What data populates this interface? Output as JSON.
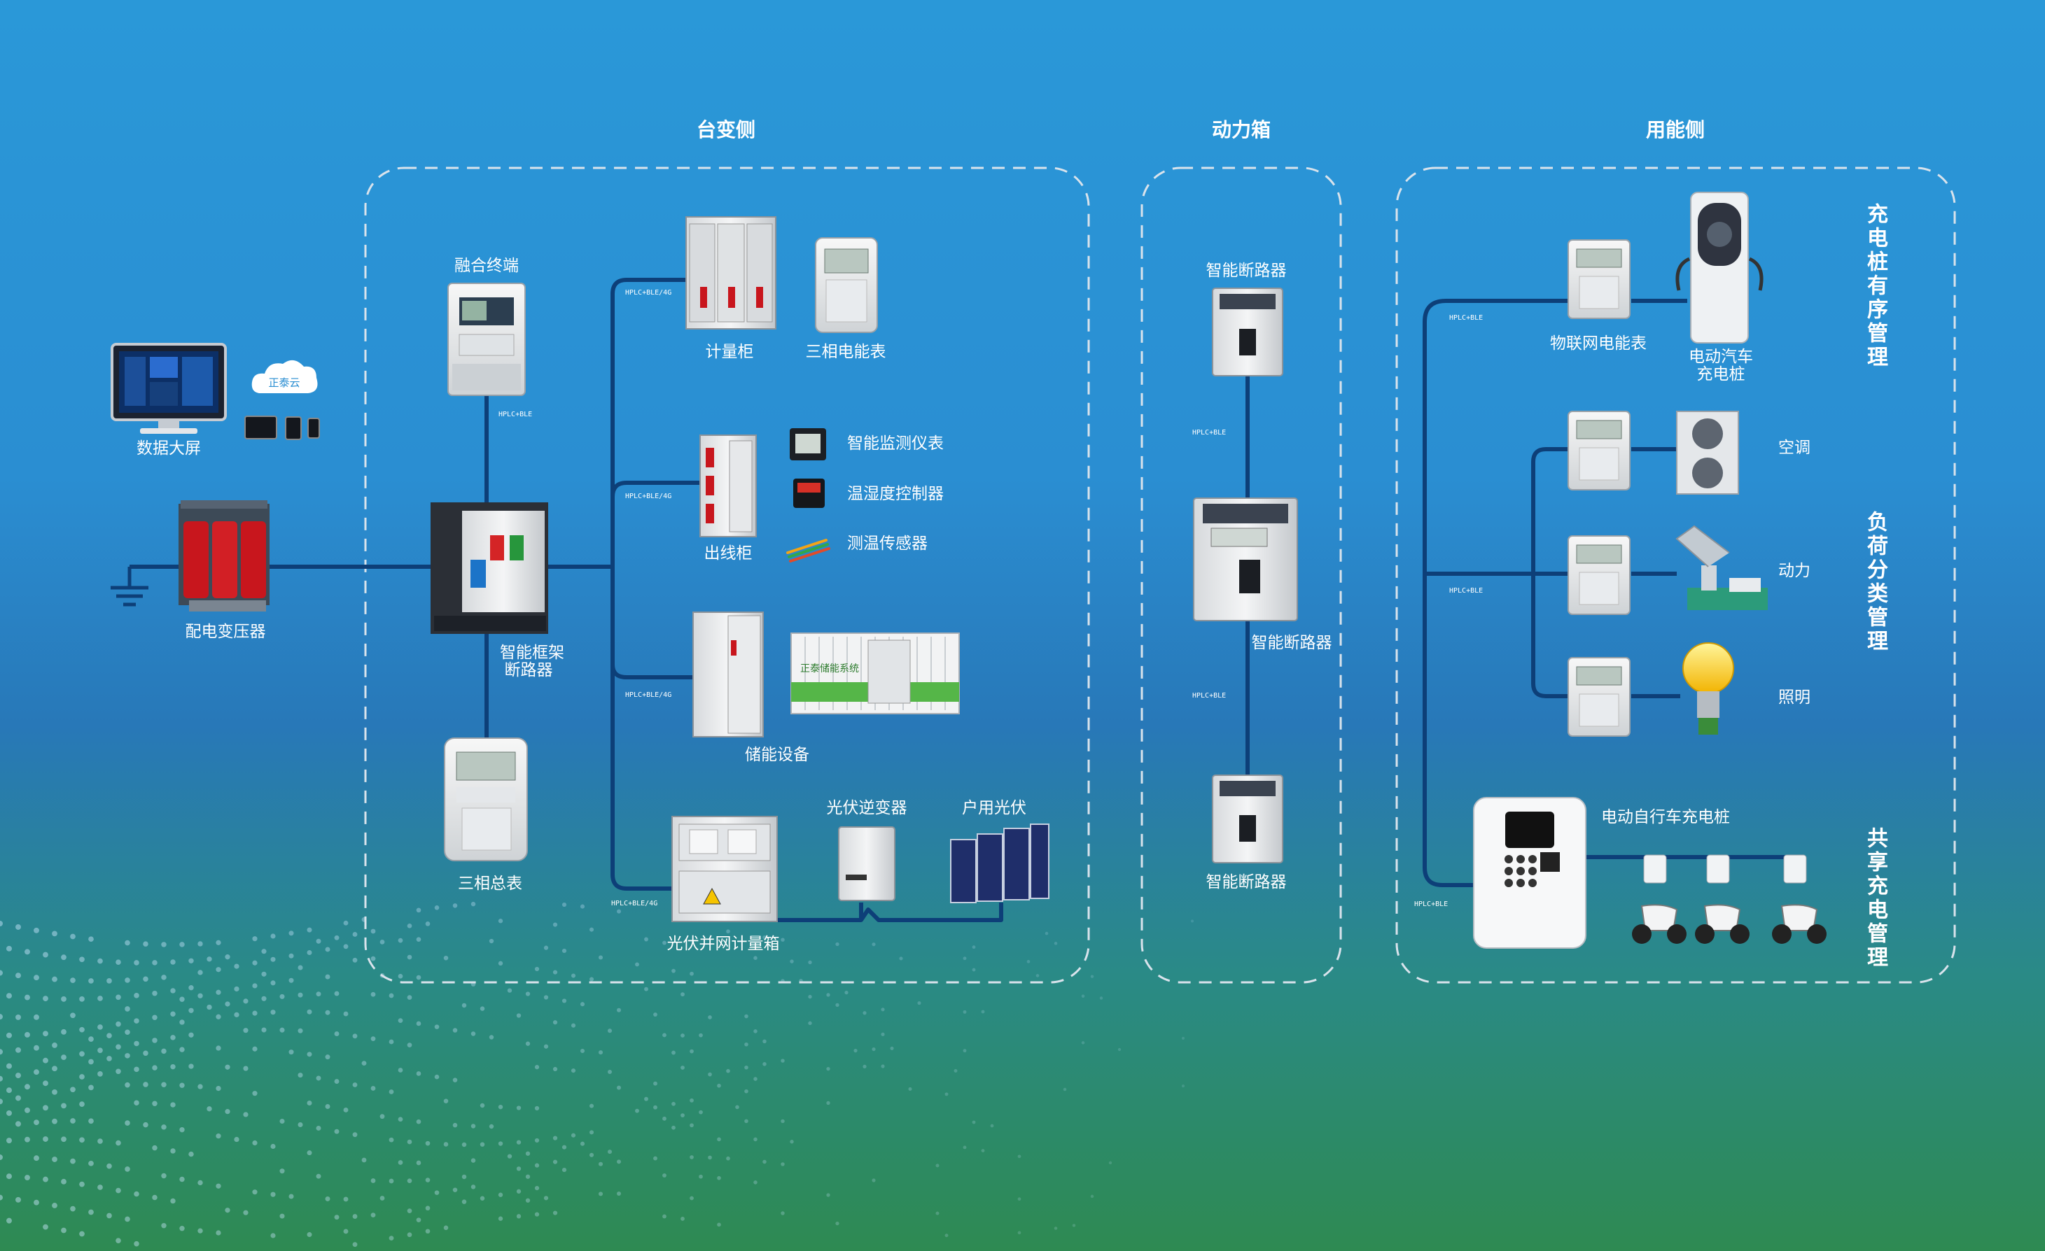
{
  "sections": {
    "transformer_side": "台变侧",
    "power_box": "动力箱",
    "consumer_side": "用能侧"
  },
  "devices": {
    "data_screen": "数据大屏",
    "cloud_logo": "正泰云",
    "transformer": "配电变压器",
    "fusion_terminal": "融合终端",
    "frame_breaker_line1": "智能框架",
    "frame_breaker_line2": "断路器",
    "main_meter": "三相总表",
    "metering_cabinet": "计量柜",
    "three_phase_meter": "三相电能表",
    "outgoing_cabinet": "出线柜",
    "monitor_meter": "智能监测仪表",
    "temp_controller": "温湿度控制器",
    "temp_sensor": "测温传感器",
    "storage": "储能设备",
    "storage_brand": "正泰储能系统",
    "pv_meter_box": "光伏并网计量箱",
    "pv_inverter": "光伏逆变器",
    "home_pv": "户用光伏",
    "breaker_top": "智能断路器",
    "breaker_mid": "智能断路器",
    "breaker_bottom": "智能断路器",
    "iot_meter": "物联网电能表",
    "ev_charger_line1": "电动汽车",
    "ev_charger_line2": "充电桩",
    "air_conditioner": "空调",
    "power": "动力",
    "lighting": "照明",
    "ebike_charger": "电动自行车充电桩"
  },
  "comm_tags": {
    "fusion": "HPLC+BLE",
    "metering": "HPLC+BLE/4G",
    "outgoing": "HPLC+BLE/4G",
    "storage": "HPLC+BLE/4G",
    "pv": "HPLC+BLE/4G",
    "breaker_upper": "HPLC+BLE",
    "breaker_lower": "HPLC+BLE",
    "consumer_upper": "HPLC+BLE",
    "consumer_mid": "HPLC+BLE",
    "consumer_lower": "HPLC+BLE"
  },
  "side_labels": {
    "charging": "充电桩有序管理",
    "load": "负荷分类管理",
    "shared": "共享充电管理"
  },
  "colors": {
    "line": "#0d3f78",
    "frame": "#d9e3ec",
    "text": "#ffffff"
  }
}
